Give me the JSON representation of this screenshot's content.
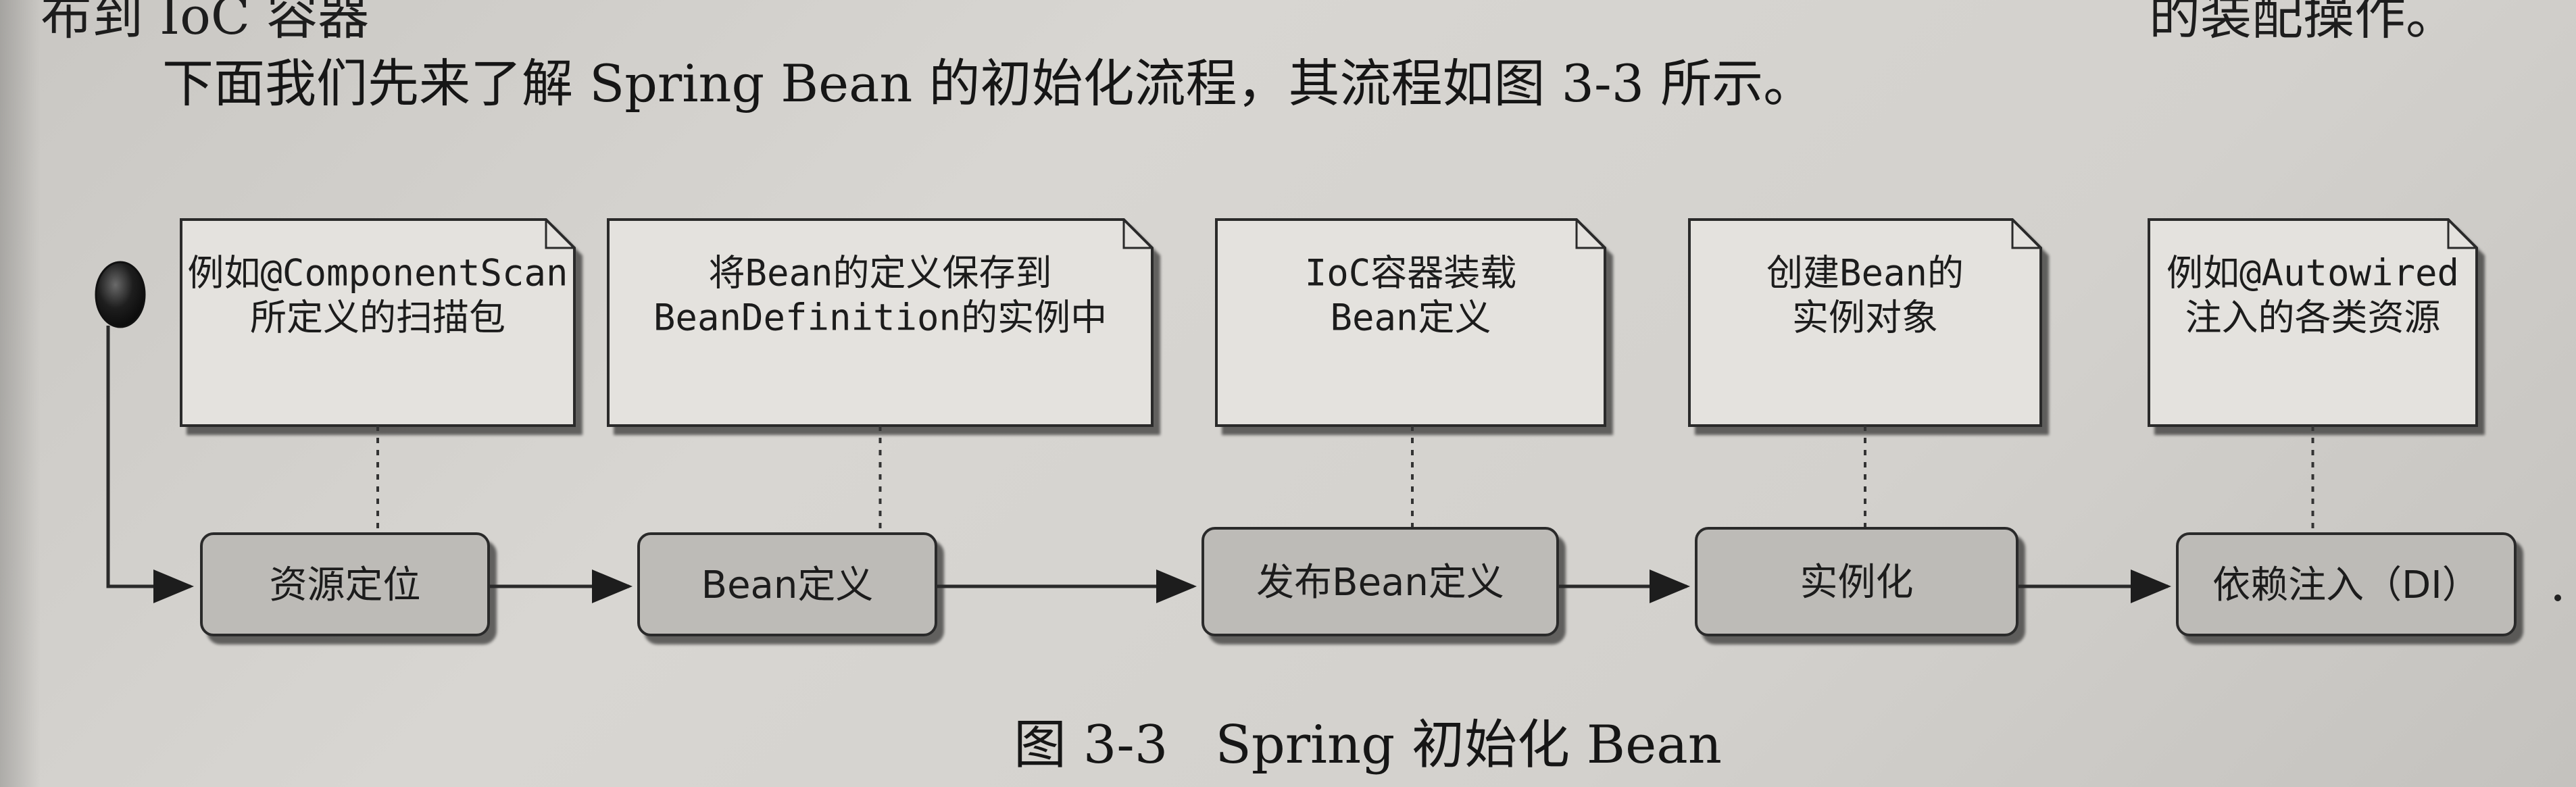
{
  "page": {
    "top_partial_left": "布到 IoC 容器",
    "top_partial_right": "的装配操作。",
    "intro": "下面我们先来了解 Spring Bean 的初始化流程，其流程如图 3-3 所示。",
    "caption_number": "图 3-3",
    "caption_title": "Spring 初始化 Bean"
  },
  "diagram": {
    "notes": [
      {
        "id": "note-scan",
        "lines": [
          "例如@ComponentScan",
          "所定义的扫描包"
        ]
      },
      {
        "id": "note-save",
        "lines": [
          "将Bean的定义保存到",
          "BeanDefinition的实例中"
        ]
      },
      {
        "id": "note-load",
        "lines": [
          "IoC容器装载",
          "Bean定义"
        ]
      },
      {
        "id": "note-create",
        "lines": [
          "创建Bean的",
          "实例对象"
        ]
      },
      {
        "id": "note-inject",
        "lines": [
          "例如@Autowired",
          "注入的各类资源"
        ]
      }
    ],
    "steps": [
      {
        "id": "step-locate",
        "label": "资源定位"
      },
      {
        "id": "step-define",
        "label": "Bean定义"
      },
      {
        "id": "step-publish",
        "label": "发布Bean定义"
      },
      {
        "id": "step-instantiate",
        "label": "实例化"
      },
      {
        "id": "step-di",
        "label": "依赖注入（DI）"
      }
    ],
    "colors": {
      "step_fill": "#bdbbb7",
      "note_fill": "#e4e2de",
      "stroke": "#2a2a2a",
      "start_node": "#1a1a1a"
    }
  }
}
